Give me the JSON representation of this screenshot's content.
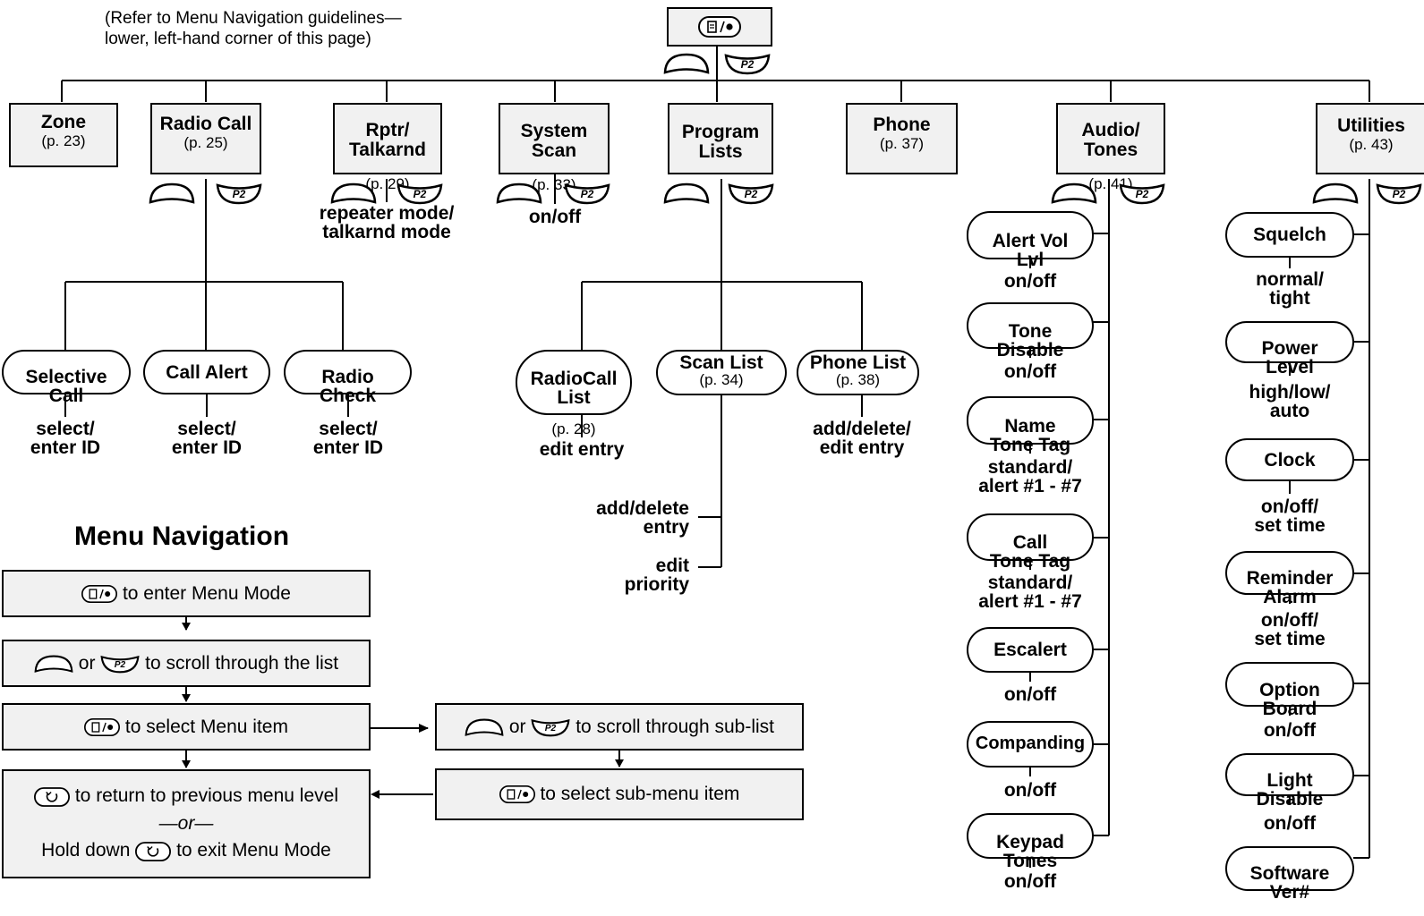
{
  "header": {
    "note": "(Refer to Menu Navigation guidelines—\nlower, left-hand corner of this page)"
  },
  "icons": {
    "menu_key": "menu-select-key-icon",
    "up_key": "scroll-up-key-icon",
    "p2_key": "p2-key-icon",
    "p2_text": "P2",
    "home_key": "home-exit-key-icon"
  },
  "top": [
    {
      "title": "Zone",
      "page": "(p. 23)"
    },
    {
      "title": "Radio Call",
      "page": "(p. 25)"
    },
    {
      "title": "Rptr/\nTalkarnd",
      "page": "(p. 29)"
    },
    {
      "title": "System\nScan",
      "page": "(p. 33)"
    },
    {
      "title": "Program\nLists",
      "page": ""
    },
    {
      "title": "Phone",
      "page": "(p. 37)"
    },
    {
      "title": "Audio/\nTones",
      "page": "(p. 41)"
    },
    {
      "title": "Utilities",
      "page": "(p. 43)"
    }
  ],
  "annotations": {
    "rptr": "repeater mode/\ntalkarnd mode",
    "scan": "on/off",
    "add_delete": "add/delete\nentry",
    "edit_priority": "edit\npriority"
  },
  "radio_call_items": [
    {
      "title": "Selective\nCall",
      "sub": "select/\nenter ID"
    },
    {
      "title": "Call Alert",
      "sub": "select/\nenter ID"
    },
    {
      "title": "Radio\nCheck",
      "sub": "select/\nenter ID"
    }
  ],
  "program_items": [
    {
      "title": "RadioCall\nList",
      "page": "(p. 28)",
      "sub": "edit entry"
    },
    {
      "title": "Scan List",
      "page": "(p. 34)",
      "sub": ""
    },
    {
      "title": "Phone List",
      "page": "(p. 38)",
      "sub": "add/delete/\nedit entry"
    }
  ],
  "audio_items": [
    {
      "title": "Alert Vol\nLvl",
      "sub": "on/off"
    },
    {
      "title": "Tone\nDisable",
      "sub": "on/off"
    },
    {
      "title": "Name\nTone Tag",
      "sub": "standard/\nalert #1 - #7"
    },
    {
      "title": "Call\nTone Tag",
      "sub": "standard/\nalert #1 - #7"
    },
    {
      "title": "Escalert",
      "sub": "on/off"
    },
    {
      "title": "Companding",
      "sub": "on/off"
    },
    {
      "title": "Keypad\nTones",
      "sub": "on/off"
    }
  ],
  "utilities_items": [
    {
      "title": "Squelch",
      "sub": "normal/\ntight"
    },
    {
      "title": "Power\nLevel",
      "sub": "high/low/\nauto"
    },
    {
      "title": "Clock",
      "sub": "on/off/\nset time"
    },
    {
      "title": "Reminder\nAlarm",
      "sub": "on/off/\nset time"
    },
    {
      "title": "Option\nBoard",
      "sub": "on/off"
    },
    {
      "title": "Light\nDisable",
      "sub": "on/off"
    },
    {
      "title": "Software\nVer#",
      "sub": ""
    }
  ],
  "nav": {
    "heading": "Menu Navigation",
    "enter": "to enter Menu Mode",
    "or1": "or",
    "scroll": "to scroll through the list",
    "select": "to select Menu item",
    "or2": "or",
    "scroll_sub": "to scroll through sub-list",
    "select_sub": "to select sub-menu item",
    "return": "to return to previous menu level",
    "or_sep": "—or—",
    "hold": "Hold down",
    "exit": "to exit Menu Mode"
  }
}
